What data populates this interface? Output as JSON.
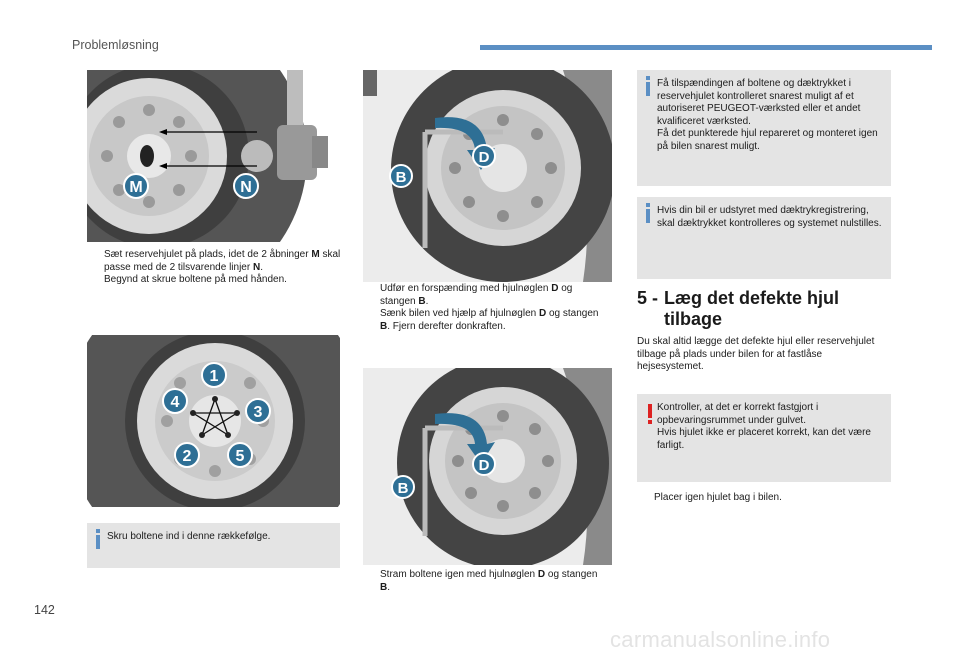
{
  "header": {
    "title": "Problemløsning"
  },
  "page_number": "142",
  "watermark": "carmanualsonline.info",
  "colors": {
    "accent": "#5b8fc4",
    "warning": "#dd2222",
    "note_bg": "#e4e4e4"
  },
  "illustrations": {
    "fig1": {
      "label_m": "M",
      "label_n": "N"
    },
    "fig2": {
      "label_b": "B",
      "label_d": "D"
    },
    "fig3": {
      "numbers": [
        "1",
        "2",
        "3",
        "4",
        "5"
      ]
    },
    "fig4": {
      "label_b": "B",
      "label_d": "D"
    }
  },
  "col1": {
    "bullet1": [
      "Sæt reservehjulet på plads, idet de 2 åbninger ",
      "M",
      " skal passe med de 2 tilsvarende linjer ",
      "N",
      "."
    ],
    "bullet2": "Begynd at skrue boltene på med hånden.",
    "note": "Skru boltene ind i denne rækkefølge."
  },
  "col2": {
    "bullet1": [
      "Udfør en forspænding med hjulnøglen ",
      "D",
      " og stangen ",
      "B",
      "."
    ],
    "bullet2": [
      "Sænk bilen ved hjælp af hjulnøglen ",
      "D",
      " og stangen ",
      "B",
      ". Fjern derefter donkraften."
    ],
    "bullet3": [
      "Stram boltene igen med hjulnøglen ",
      "D",
      " og stangen ",
      "B",
      "."
    ]
  },
  "col3": {
    "note1": {
      "line1": "Få tilspændingen af boltene og dæktrykket i reservehjulet kontrolleret snarest muligt af et autoriseret PEUGEOT-værksted eller et andet kvalificeret værksted.",
      "line2": "Få det punkterede hjul repareret og monteret igen på bilen snarest muligt."
    },
    "note2": "Hvis din bil er udstyret med dæktrykregistrering, skal dæktrykket kontrolleres og systemet nulstilles.",
    "section_number": "5 -",
    "section_title": "Læg det defekte hjul tilbage",
    "paragraph": "Du skal altid lægge det defekte hjul eller reservehjulet tilbage på plads under bilen for at fastlåse hejsesystemet.",
    "warning": {
      "line1": "Kontroller, at det er korrekt fastgjort i opbevaringsrummet under gulvet.",
      "line2": "Hvis hjulet ikke er placeret korrekt, kan det være farligt."
    },
    "bullet": "Placer igen hjulet bag i bilen."
  },
  "bullet_marker": ""
}
